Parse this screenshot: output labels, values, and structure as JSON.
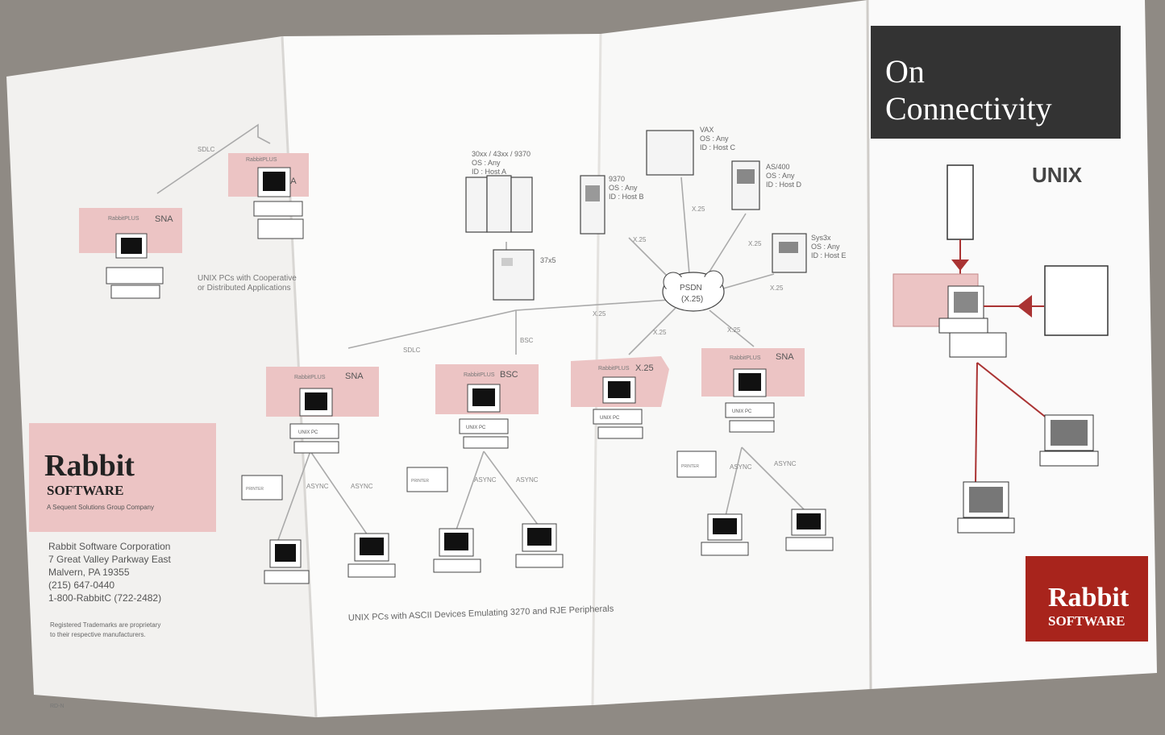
{
  "cover": {
    "title_line1": "On",
    "title_line2": "Connectivity",
    "subtitle": "UNIX",
    "logo_word": "Rabbit",
    "logo_sub": "SOFTWARE"
  },
  "brand": {
    "name": "Rabbit",
    "sub": "SOFTWARE",
    "tagline": "A Sequent Solutions Group Company",
    "address_lines": [
      "Rabbit Software Corporation",
      "7 Great Valley Parkway East",
      "Malvern, PA 19355",
      "(215) 647-0440",
      "1-800-RabbitC (722-2482)"
    ],
    "trademark_note_1": "Registered Trademarks are proprietary",
    "trademark_note_2": "to their respective manufacturers.",
    "form_code": "RD-N"
  },
  "diagram": {
    "caption_top_1": "UNIX PCs with Cooperative",
    "caption_top_2": "or Distributed Applications",
    "caption_bottom": "UNIX PCs with ASCII Devices Emulating 3270 and RJE Peripherals",
    "psdn_1": "PSDN",
    "psdn_2": "(X.25)",
    "hosts": {
      "host_a": [
        "30xx / 43xx / 9370",
        "OS : Any",
        "ID : Host A"
      ],
      "host_b": [
        "9370",
        "OS : Any",
        "ID : Host B"
      ],
      "host_c": [
        "VAX",
        "OS : Any",
        "ID : Host C"
      ],
      "host_d": [
        "AS/400",
        "OS : Any",
        "ID : Host D"
      ],
      "host_e": [
        "Sys3x",
        "OS : Any",
        "ID : Host E"
      ]
    },
    "controller": "37x5",
    "links": {
      "sdlc": "SDLC",
      "bsc": "BSC",
      "x25": "X.25",
      "async": "ASYNC"
    },
    "products": {
      "plus": "RabbitPLUS",
      "sna": "SNA",
      "bsc": "BSC",
      "x25": "X.25",
      "unix_pc": "UNIX PC",
      "printer": "PRINTER"
    }
  }
}
